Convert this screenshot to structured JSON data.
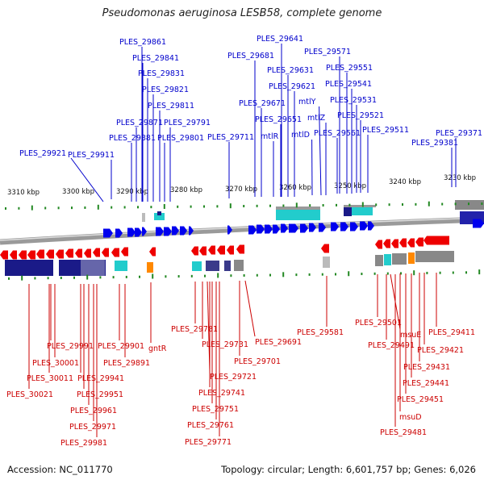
{
  "title": "Pseudomonas aeruginosa LESB58, complete genome",
  "footer": {
    "accession": "Accession: NC_011770",
    "topology": "Topology: circular; Length: 6,601,757 bp; Genes: 6,026"
  },
  "colors": {
    "top_labels": "#0000cc",
    "bottom_labels": "#cc0000",
    "forward_genes": "#0000ee",
    "reverse_genes": "#ee0000",
    "backbone": "#999999",
    "ticks": "#228822",
    "cyan": "#22cccc",
    "navy": "#1a1a88",
    "gray": "#888888",
    "orange": "#ff8800"
  },
  "scale_labels": [
    "3310 kbp",
    "3300 kbp",
    "3290 kbp",
    "3280 kbp",
    "3270 kbp",
    "3260 kbp",
    "3250 kbp",
    "3240 kbp",
    "3230 kbp"
  ],
  "top_labels": [
    "PLES_29861",
    "PLES_29841",
    "PLES_29831",
    "PLES_29821",
    "PLES_29811",
    "PLES_29871",
    "PLES_29791",
    "PLES_29881",
    "PLES_29801",
    "PLES_29921",
    "PLES_29911",
    "PLES_29641",
    "PLES_29681",
    "PLES_29571",
    "PLES_29631",
    "PLES_29551",
    "PLES_29621",
    "PLES_29541",
    "PLES_29671",
    "mtlY",
    "PLES_29531",
    "PLES_29651",
    "mtlZ",
    "PLES_29521",
    "mtlR",
    "mtlD",
    "PLES_29561",
    "PLES_29511",
    "PLES_29711",
    "PLES_29371",
    "PLES_29381"
  ],
  "bottom_labels": [
    "PLES_29991",
    "PLES_29901",
    "gntR",
    "PLES_30001",
    "PLES_29891",
    "PLES_30011",
    "PLES_29941",
    "PLES_30021",
    "PLES_29951",
    "PLES_29961",
    "PLES_29971",
    "PLES_29981",
    "PLES_29781",
    "PLES_29731",
    "PLES_29701",
    "PLES_29721",
    "PLES_29741",
    "PLES_29751",
    "PLES_29761",
    "PLES_29771",
    "PLES_29691",
    "PLES_29581",
    "PLES_29501",
    "PLES_29491",
    "msuE",
    "PLES_29411",
    "PLES_29421",
    "PLES_29431",
    "PLES_29441",
    "PLES_29451",
    "msuD",
    "PLES_29481"
  ]
}
